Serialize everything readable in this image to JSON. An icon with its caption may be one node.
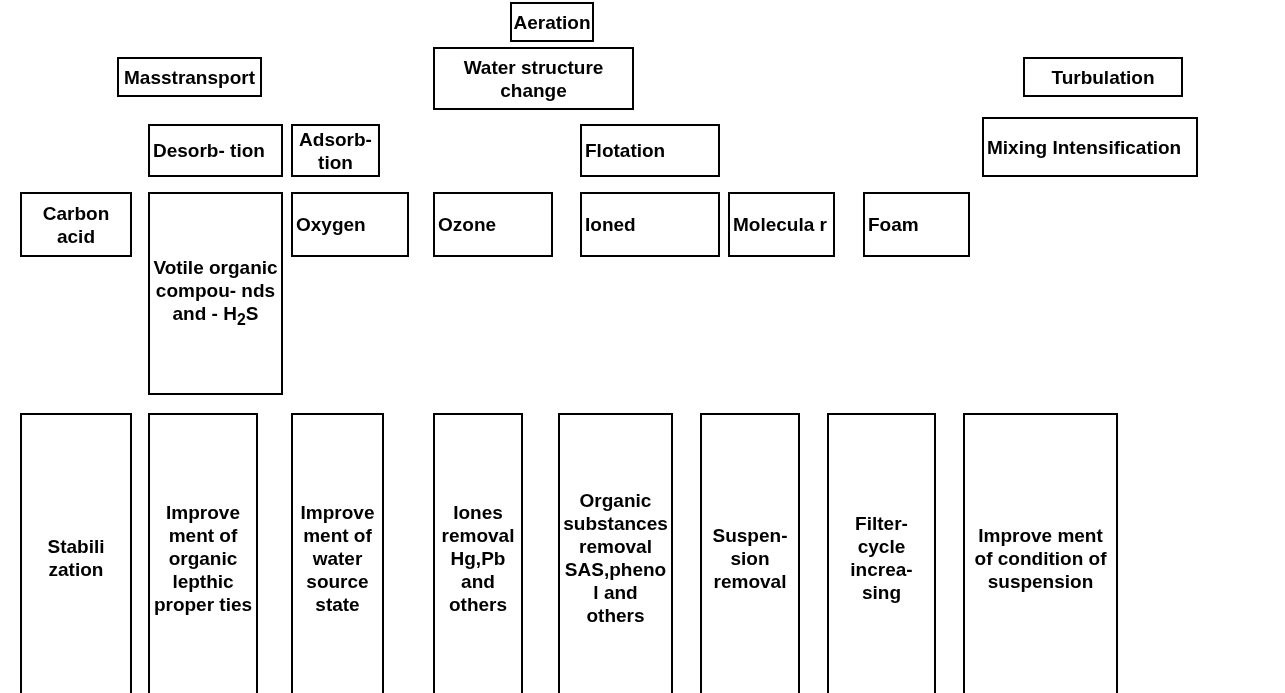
{
  "diagram": {
    "nodes": [
      {
        "text": [
          "Aeration"
        ]
      },
      {
        "text": [
          "Masstransport"
        ]
      },
      {
        "text": [
          "Water structure change"
        ]
      },
      {
        "text": [
          "Turbulation"
        ]
      },
      {
        "text": [
          "Desorb- tion"
        ]
      },
      {
        "text": [
          "Adsorb- tion"
        ]
      },
      {
        "text": [
          "Flotation"
        ]
      },
      {
        "text": [
          "Mixing Intensification"
        ]
      },
      {
        "text": [
          "Carbon acid"
        ]
      },
      {
        "text": [
          "Votile organic compou- nds and - H$_{2}$S"
        ]
      },
      {
        "text": [
          "Oxygen"
        ]
      },
      {
        "text": [
          "Ozone"
        ]
      },
      {
        "text": [
          "Ioned"
        ]
      },
      {
        "text": [
          "Molecula r"
        ]
      },
      {
        "text": [
          "Foam"
        ]
      },
      {
        "text": [
          "Stabili zation"
        ]
      },
      {
        "text": [
          "Improve ment of organic lepthic proper ties"
        ]
      },
      {
        "text": [
          "Improve ment of water source state"
        ]
      },
      {
        "text": [
          "Iones removal Hg,Pb and others"
        ]
      },
      {
        "text": [
          "Organic substances removal SAS,pheno l and others"
        ]
      },
      {
        "text": [
          "Suspen- sion removal"
        ]
      },
      {
        "text": [
          "Filter- cycle increa- sing"
        ]
      },
      {
        "text": [
          "Improve ment of condition of suspension"
        ]
      }
    ]
  }
}
